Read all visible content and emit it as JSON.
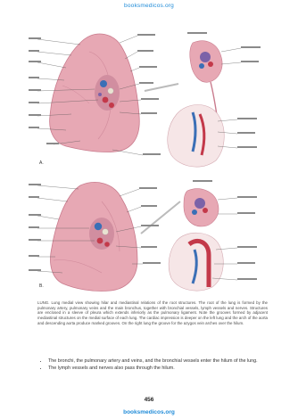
{
  "header": {
    "link_text": "booksmedicos.org"
  },
  "figure_top": {
    "panel_label": "A."
  },
  "figure_bottom": {
    "panel_label": "B."
  },
  "caption": {
    "text": "LUNG. Lung medial view showing hilar and mediastinal relations of the root structures. The root of the lung is formed by the pulmonary artery, pulmonary veins and the main bronchus, together with bronchial vessels, lymph vessels and nerves. Structures are enclosed in a sleeve of pleura which extends inferiorly as the pulmonary ligament. Note the grooves formed by adjacent mediastinal structures on the medial surface of each lung. The cardiac impression is deeper on the left lung and the arch of the aorta and descending aorta produce marked grooves. On the right lung the groove for the azygos vein arches over the hilum."
  },
  "bullets": [
    "The bronchi, the pulmonary artery and veins, and the bronchial vessels enter the hilum of the lung.",
    "The lymph vessels and nerves also pass through the hilum."
  ],
  "page_number": "456",
  "footer": {
    "link_text": "booksmedicos.org"
  },
  "colors": {
    "lung": "#e7a8b4",
    "lung_dark": "#c97b8d",
    "artery": "#3b6fb6",
    "vein": "#c3394a",
    "bronchus": "#e9e3d2",
    "link": "#1f8bd8"
  }
}
